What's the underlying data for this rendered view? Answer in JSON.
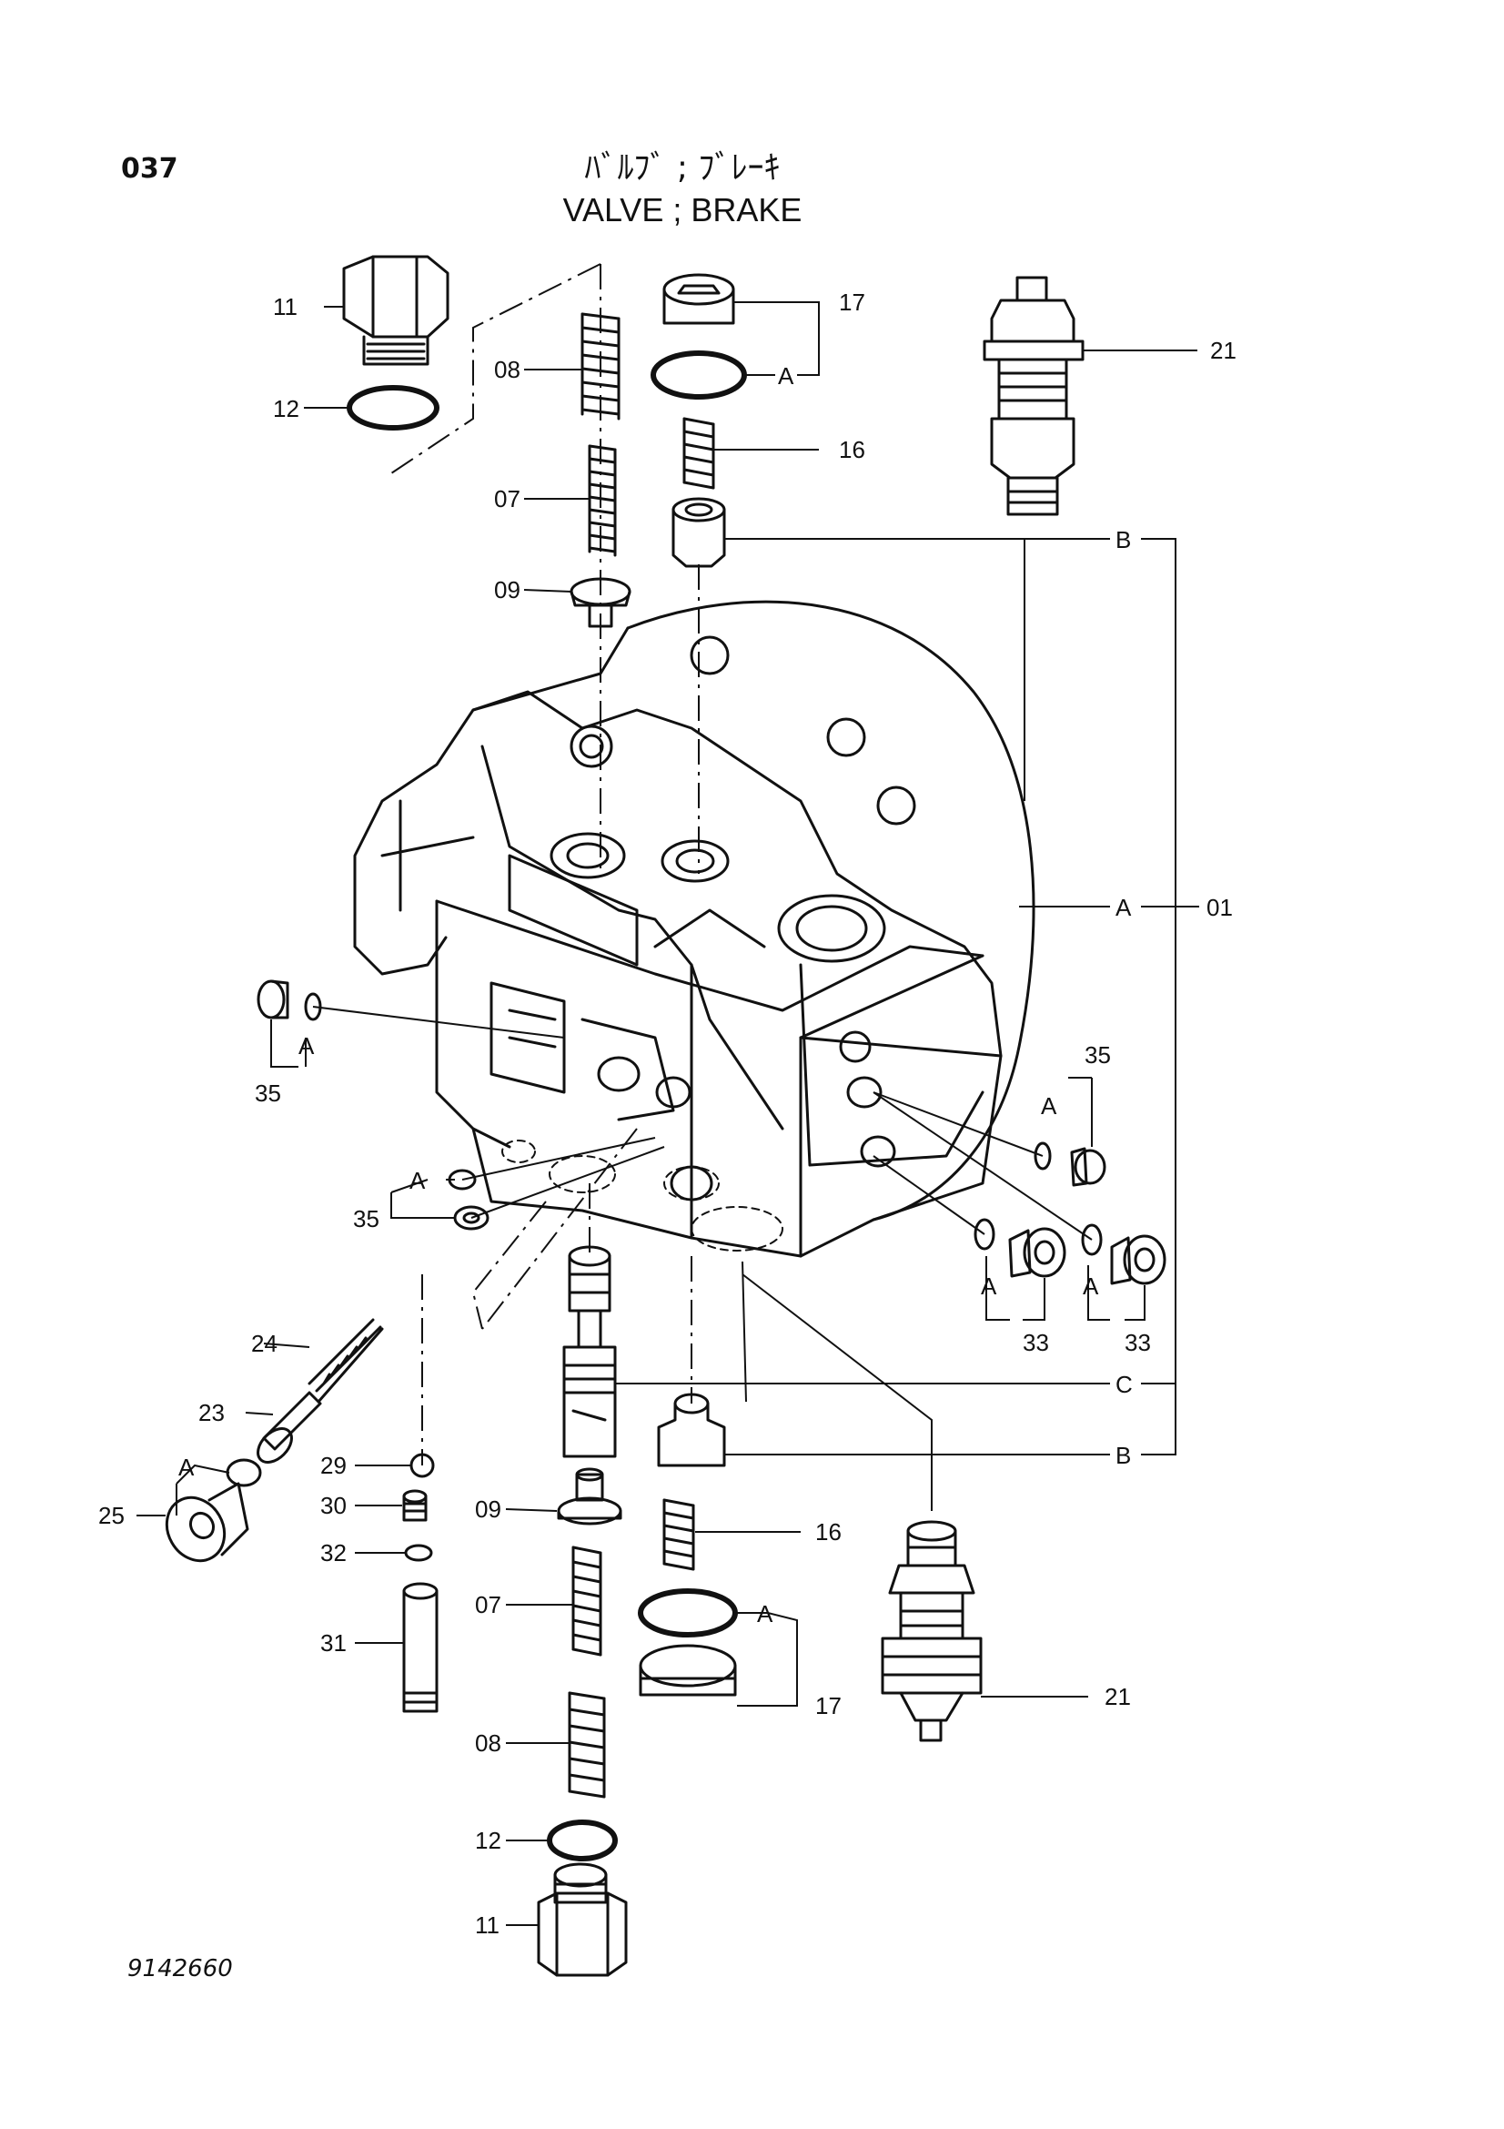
{
  "header": {
    "page_number": "037",
    "title_jp": "ﾊﾞﾙﾌﾞ ; ﾌﾞﾚｰｷ",
    "title_en": "VALVE ; BRAKE"
  },
  "footer": {
    "drawing_number": "9142660"
  },
  "callouts": {
    "c11_top": "11",
    "c12_top": "12",
    "c08_top": "08",
    "c07_top": "07",
    "c09_top": "09",
    "c17_top": "17",
    "cA_17_top": "A",
    "c16_top": "16",
    "c21_top": "21",
    "cB_top": "B",
    "cA_01": "A",
    "c01": "01",
    "c35_left": "35",
    "cA_35_left": "A",
    "c35_right": "35",
    "cA_35_right": "A",
    "c35_mid": "35",
    "cA_35_mid": "A",
    "c33_a": "33",
    "cA_33_a": "A",
    "c33_b": "33",
    "cA_33_b": "A",
    "c24": "24",
    "c23": "23",
    "c25": "25",
    "cA_25": "A",
    "c29": "29",
    "c30": "30",
    "c32": "32",
    "c31": "31",
    "cC": "C",
    "cB_bottom": "B",
    "c09_bot": "09",
    "c16_bot": "16",
    "c07_bot": "07",
    "c17_bot": "17",
    "cA_17_bot": "A",
    "c21_bot": "21",
    "c08_bot": "08",
    "c12_bot": "12",
    "c11_bot": "11"
  }
}
